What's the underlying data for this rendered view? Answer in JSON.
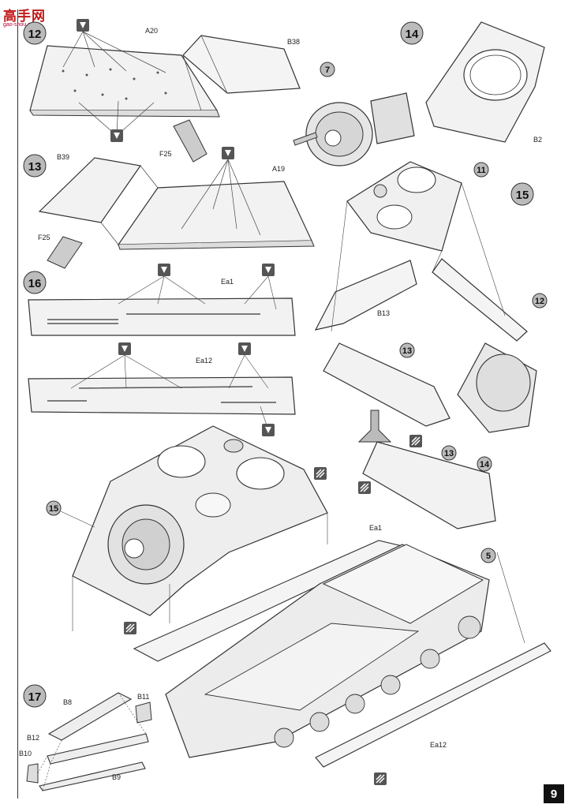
{
  "page_number": "9",
  "watermark": {
    "text": "高手网",
    "url_text": "gao-shou.com"
  },
  "steps": {
    "s12": "12",
    "s13": "13",
    "s14": "14",
    "s15": "15",
    "s16": "16",
    "s17": "17"
  },
  "callouts": {
    "c7": "7",
    "c11": "11",
    "c12": "12",
    "c13a": "13",
    "c13b": "13",
    "c14": "14",
    "c5": "5",
    "c15": "15"
  },
  "parts": {
    "A20": "A20",
    "B38": "B38",
    "F25a": "F25",
    "B39": "B39",
    "A19": "A19",
    "F25b": "F25",
    "B2": "B2",
    "B13": "B13",
    "Ea1a": "Ea1",
    "Ea12a": "Ea12",
    "Ea1b": "Ea1",
    "Ea12b": "Ea12",
    "B8": "B8",
    "B11": "B11",
    "B12": "B12",
    "B10": "B10",
    "B9": "B9"
  },
  "icons": {
    "glue": "glue-drop-icon",
    "paint": "paint-hatch-icon",
    "arrow": "assembly-arrow-icon"
  }
}
